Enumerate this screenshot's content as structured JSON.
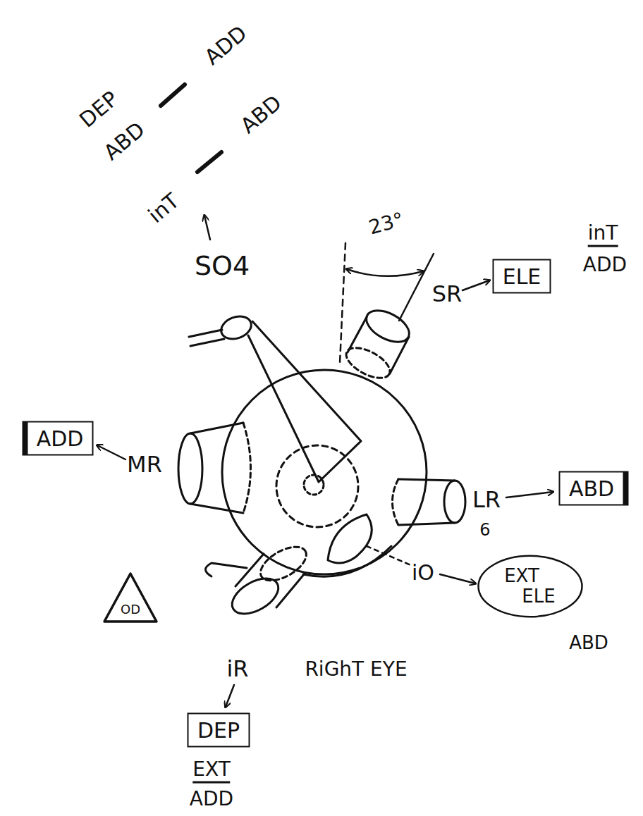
{
  "diagram": {
    "nodes": [
      {
        "text": [
          "ELE"
        ]
      },
      {
        "text": [
          "ADD"
        ]
      },
      {
        "text": [
          "ABD"
        ]
      },
      {
        "text": [
          "EXT",
          "ELE"
        ]
      },
      {
        "text": [
          "OD"
        ]
      },
      {
        "text": [
          "DEP"
        ]
      }
    ],
    "labels": [
      "DEP",
      "ABD",
      "ADD",
      "inT",
      "ABD",
      "SO4",
      "23°",
      "inT",
      "ADD",
      "SR",
      "MR",
      "LR",
      "6",
      "iO",
      "ABD",
      "RiGhT EYE",
      "iR",
      "EXT",
      "ADD"
    ]
  }
}
